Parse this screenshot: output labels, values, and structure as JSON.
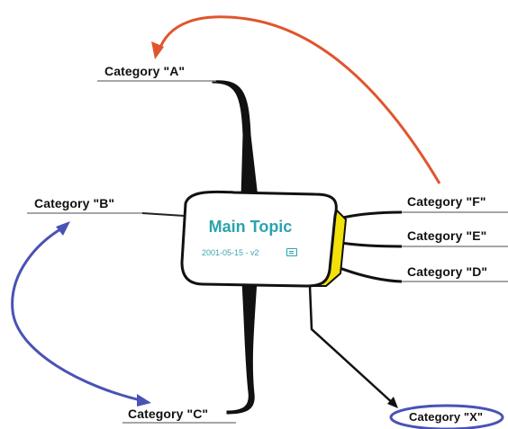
{
  "main_topic": {
    "title": "Main Topic",
    "meta": "2001-05-15 - v2",
    "note_icon": "note-icon"
  },
  "categories": {
    "a": "Category \"A\"",
    "b": "Category \"B\"",
    "c": "Category \"C\"",
    "d": "Category \"D\"",
    "e": "Category \"E\"",
    "f": "Category \"F\"",
    "x": "Category \"X\""
  },
  "colors": {
    "topic_fill": "#ffffff",
    "topic_shadow": "#f2e10a",
    "title_text": "#2aa3ad",
    "arrow_red": "#e0552e",
    "arrow_blue": "#4a52b5",
    "outline": "#111111"
  }
}
